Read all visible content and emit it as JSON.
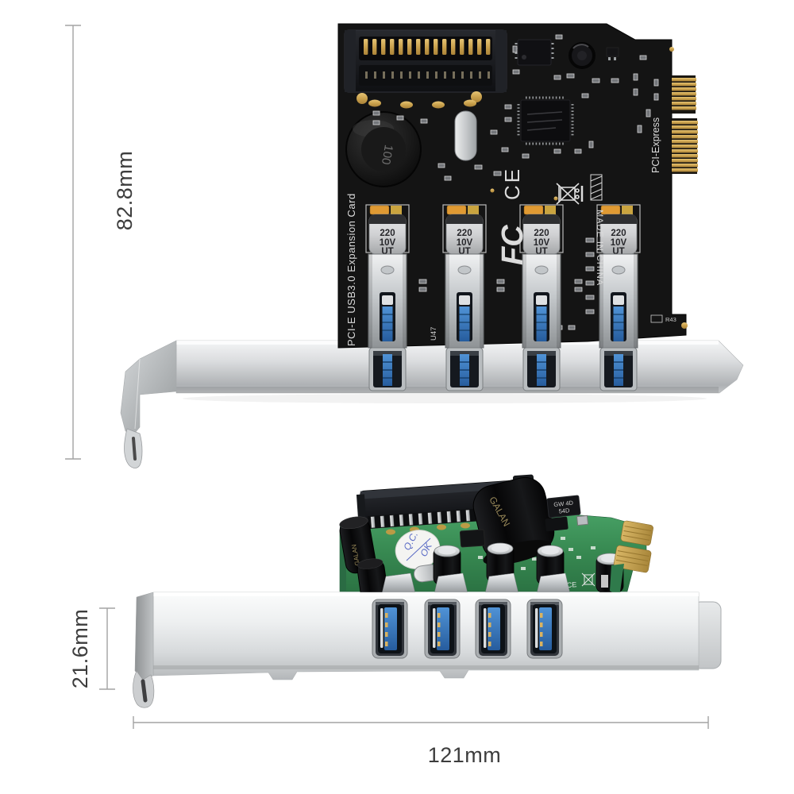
{
  "image": {
    "type": "product-photo-with-dimension-callouts",
    "subject": "PCI-E USB3.0 4-port expansion card, top view and side view",
    "background": "#ffffff"
  },
  "dimension_annotations": {
    "card_height": "82.8mm",
    "bracket_profile_height": "21.6mm",
    "card_length": "121mm",
    "line_color": "#a3a3a3",
    "label_color": "#3d3d3d"
  },
  "top_view_card": {
    "edge_silkscreen": "PCI-E USB3.0 Expansion Card",
    "pcie_silkscreen": "PCI-Express",
    "origin_silkscreen": "MADE IN CHINA",
    "fcc_mark": "FC",
    "ce_mark": "CE",
    "inductor_value": "100",
    "ref_designator_u47": "U47",
    "ref_designator_r43": "R43",
    "capacitor_marking": {
      "line1": "220",
      "line2": "10V",
      "line3": "UT"
    },
    "usb_port_count": 4,
    "colors": {
      "pcb": "#141414",
      "gold": "#c9a44f",
      "silkscreen": "#dcdcdc",
      "usb_tongue": "#2f6fad",
      "bracket": "#d9dcde",
      "capacitor_sleeve": "#d6d6d6"
    }
  },
  "side_view_card": {
    "qc_sticker_line1": "Q.C.",
    "qc_sticker_line2": "OK",
    "capacitor_brand": "GALAN",
    "diode_marking_line1": "GW 4D",
    "diode_marking_line2": "54D",
    "ce_mark": "CE",
    "usb_port_count": 4,
    "colors": {
      "pcb": "#37904f",
      "gold": "#c2a35a",
      "usb_tongue": "#3f86cd",
      "bracket": "#e4e6e7"
    }
  }
}
